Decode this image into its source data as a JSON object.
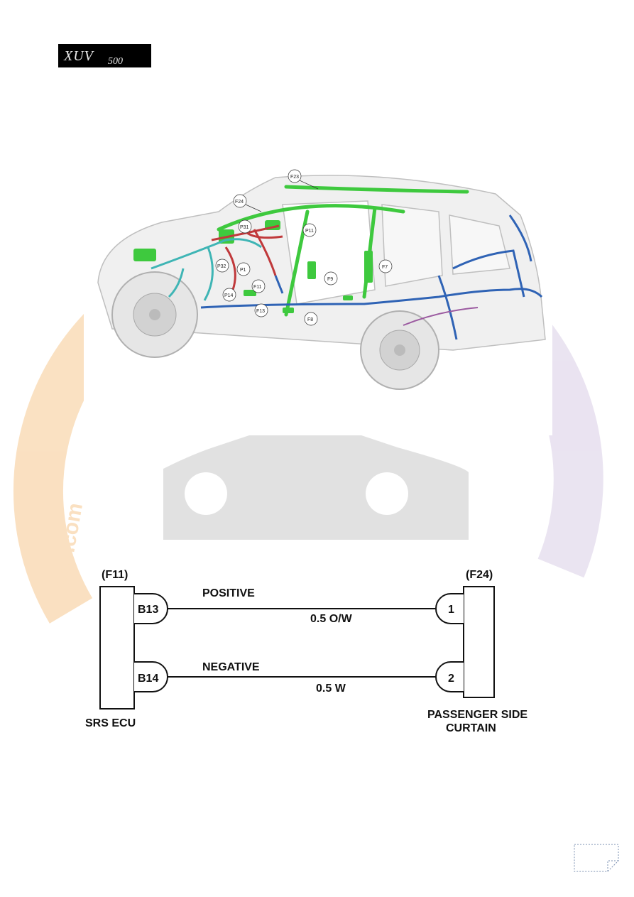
{
  "header": {
    "logo_text": "XUV500"
  },
  "car_figure": {
    "callouts": [
      "F23",
      "F24",
      "P31",
      "P11",
      "P32",
      "P1",
      "F7",
      "F9",
      "P14",
      "F11",
      "F13",
      "F8"
    ]
  },
  "schematic": {
    "left_connector": {
      "id": "(F11)",
      "name": "SRS ECU"
    },
    "right_connector": {
      "id": "(F24)",
      "name_line1": "PASSENGER SIDE",
      "name_line2": "CURTAIN"
    },
    "circuits": [
      {
        "left_pin": "B13",
        "label": "POSITIVE",
        "wire": "0.5 O/W",
        "right_pin": "1"
      },
      {
        "left_pin": "B14",
        "label": "NEGATIVE",
        "wire": "0.5 W",
        "right_pin": "2"
      }
    ]
  },
  "colors": {
    "harness_green": "#3ec93e",
    "harness_red": "#c0393b",
    "harness_teal": "#3fb5b5",
    "harness_blue": "#2f63b5",
    "harness_purple": "#9b5aa0",
    "watermark_orange": "#f6c88f",
    "watermark_gray": "#c9c9c9",
    "watermark_purple": "#d9cde6"
  }
}
